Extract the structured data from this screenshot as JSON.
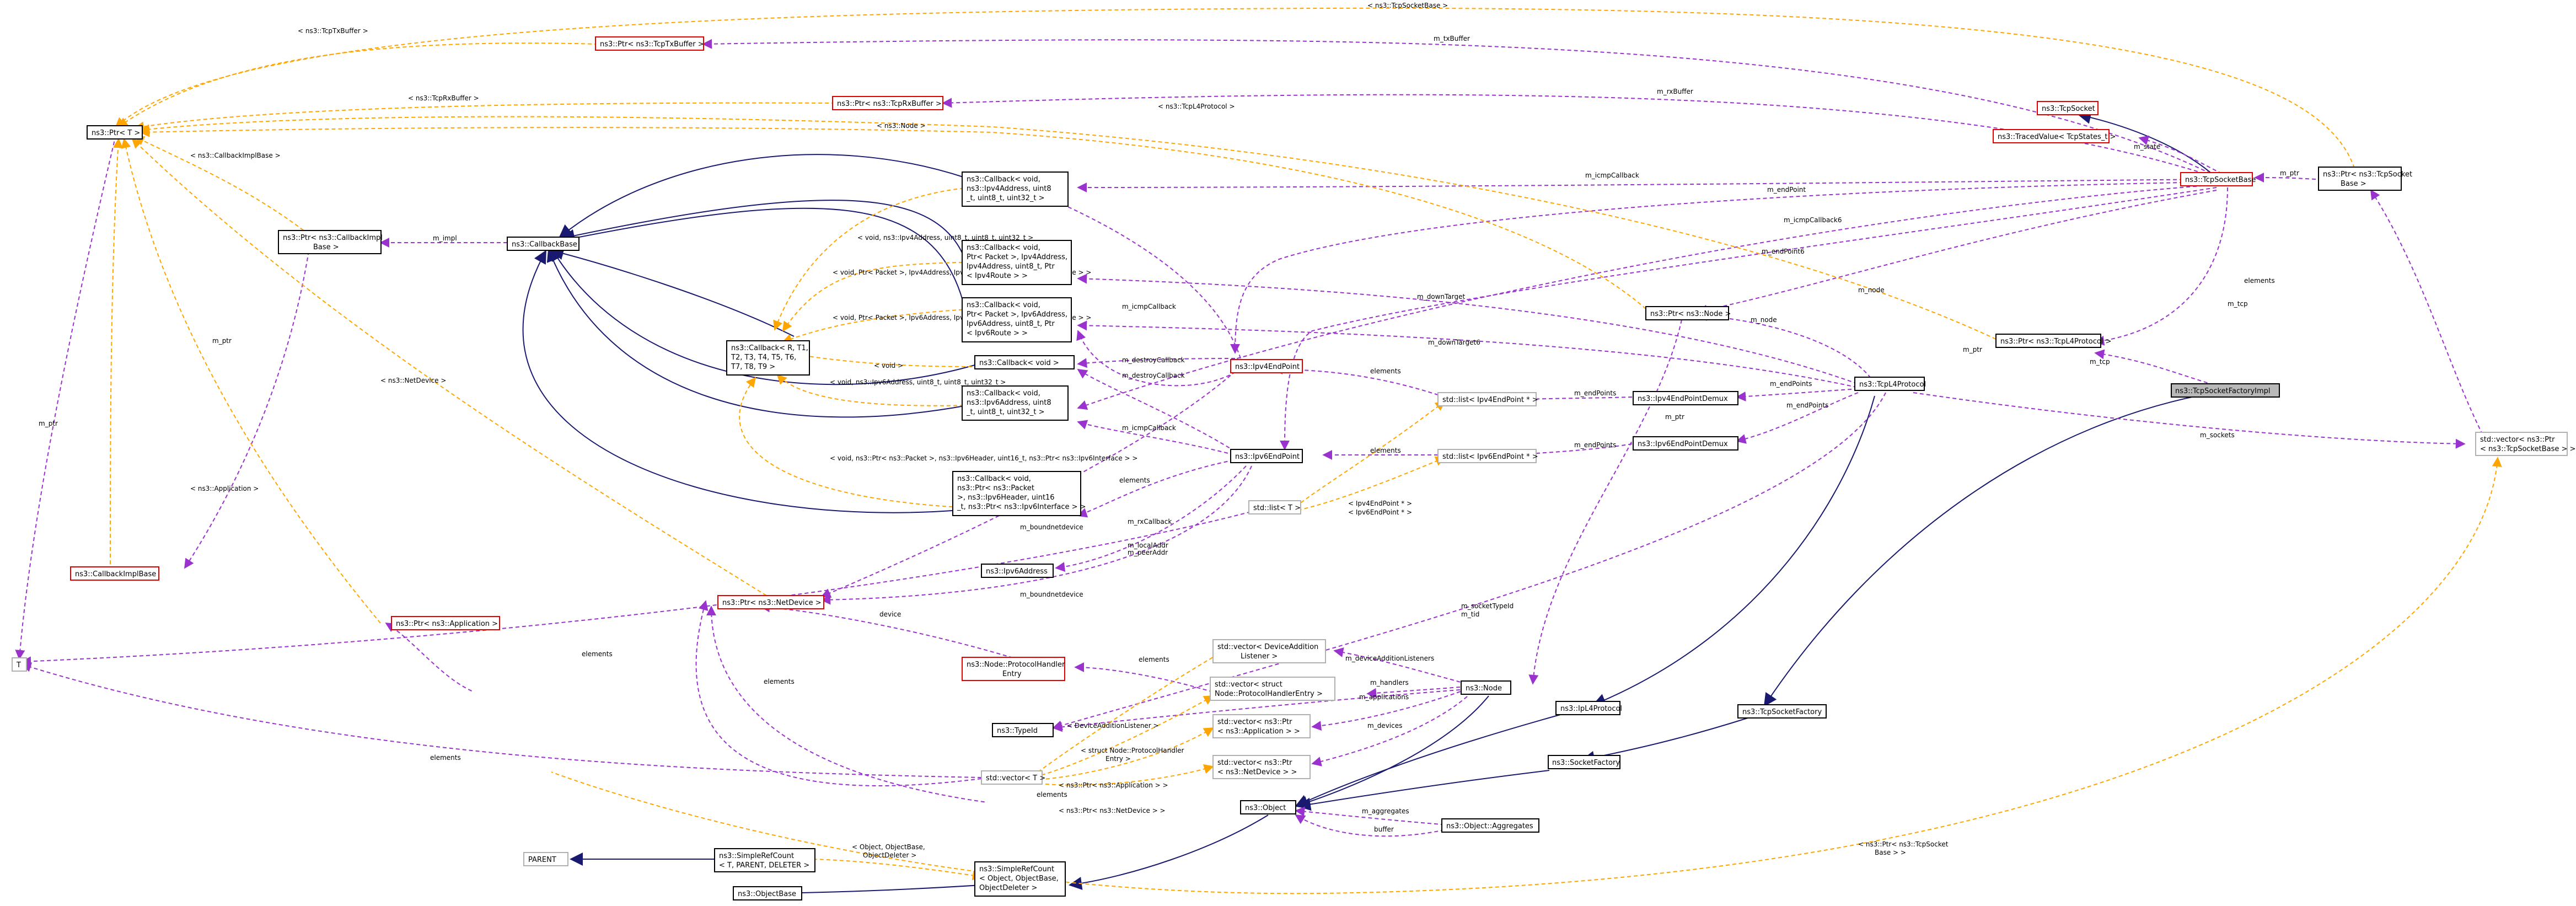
{
  "nodes": {
    "tcpSocketFactoryImpl": "ns3::TcpSocketFactoryImpl",
    "tcpSocketFactory": "ns3::TcpSocketFactory",
    "socketFactory": "ns3::SocketFactory",
    "object": "ns3::Object",
    "objectAggregates": "ns3::Object::Aggregates",
    "simpleRefCountObject": [
      "ns3::SimpleRefCount",
      "< Object, ObjectBase,",
      "ObjectDeleter >"
    ],
    "objectBase": "ns3::ObjectBase",
    "simpleRefCountTemplate": [
      "ns3::SimpleRefCount",
      "< T, PARENT, DELETER >"
    ],
    "parent": "PARENT",
    "tcpL4Protocol": "ns3::TcpL4Protocol",
    "ipL4Protocol": "ns3::IpL4Protocol",
    "ptrTcpL4Protocol": "ns3::Ptr< ns3::TcpL4Protocol >",
    "tcpSocketBase": "ns3::TcpSocketBase",
    "tcpSocket": "ns3::TcpSocket",
    "tracedValueTcpStates": "ns3::TracedValue< TcpStates_t >",
    "ptrTcpSocketBase": [
      "ns3::Ptr< ns3::TcpSocket",
      "Base >"
    ],
    "vectorPtrTcpSocketBase": [
      "std::vector< ns3::Ptr",
      "< ns3::TcpSocketBase > >"
    ],
    "ptrTcpTxBuffer": "ns3::Ptr< ns3::TcpTxBuffer >",
    "ptrTcpRxBuffer": "ns3::Ptr< ns3::TcpRxBuffer >",
    "ptrT": "ns3::Ptr< T >",
    "ptrNode": "ns3::Ptr< ns3::Node >",
    "node": "ns3::Node",
    "ipv4EndPointDemux": "ns3::Ipv4EndPointDemux",
    "ipv6EndPointDemux": "ns3::Ipv6EndPointDemux",
    "listIpv4EndPoint": "std::list< Ipv4EndPoint * >",
    "listIpv6EndPoint": "std::list< Ipv6EndPoint * >",
    "listT": "std::list< T >",
    "ipv4EndPoint": "ns3::Ipv4EndPoint",
    "ipv6EndPoint": "ns3::Ipv6EndPoint",
    "ipv6Address": "ns3::Ipv6Address",
    "callbackBase": "ns3::CallbackBase",
    "ptrCallbackImplBase": [
      "ns3::Ptr< ns3::CallbackImpl",
      "Base >"
    ],
    "callbackImplBase": "ns3::CallbackImplBase",
    "callbackIpv4Icmp": [
      "ns3::Callback< void,",
      "ns3::Ipv4Address, uint8",
      "_t, uint8_t, uint32_t >"
    ],
    "callbackIpv4Rx": [
      "ns3::Callback< void,",
      "Ptr< Packet >, Ipv4Address,",
      "Ipv4Address, uint8_t, Ptr",
      "< Ipv4Route > >"
    ],
    "callbackIpv6Rx": [
      "ns3::Callback< void,",
      "Ptr< Packet >, Ipv6Address,",
      "Ipv6Address, uint8_t, Ptr",
      "< Ipv6Route > >"
    ],
    "callbackVoid": "ns3::Callback< void >",
    "callbackIpv6Icmp": [
      "ns3::Callback< void,",
      "ns3::Ipv6Address, uint8",
      "_t, uint8_t, uint32_t >"
    ],
    "callbackNetDevice": [
      "ns3::Callback< void,",
      "ns3::Ptr< ns3::Packet",
      ">, ns3::Ipv6Header, uint16",
      "_t, ns3::Ptr< ns3::Ipv6Interface > >"
    ],
    "callbackTemplate": [
      "ns3::Callback< R, T1,",
      "T2, T3, T4, T5, T6,",
      "T7, T8, T9 >"
    ],
    "ptrNetDevice": "ns3::Ptr< ns3::NetDevice >",
    "ptrApplication": "ns3::Ptr< ns3::Application >",
    "protocolHandlerEntry": [
      "ns3::Node::ProtocolHandler",
      "Entry"
    ],
    "typeId": "ns3::TypeId",
    "vectorT": "std::vector< T >",
    "vectorDeviceAdditionListener": [
      "std::vector< DeviceAddition",
      "Listener >"
    ],
    "vectorProtocolHandlerEntry": [
      "std::vector< struct",
      "Node::ProtocolHandlerEntry >"
    ],
    "vectorPtrApplication": [
      "std::vector< ns3::Ptr",
      "< ns3::Application > >"
    ],
    "vectorPtrNetDevice": [
      "std::vector< ns3::Ptr",
      "< ns3::NetDevice > >"
    ],
    "t": "T"
  },
  "edge_labels": {
    "tcpSocketBaseTemplate": "< ns3::TcpSocketBase >",
    "tcpTxBufferTemplate": "< ns3::TcpTxBuffer >",
    "mTxBuffer": "m_txBuffer",
    "tcpRxBufferTemplate": "< ns3::TcpRxBuffer >",
    "mRxBuffer": "m_rxBuffer",
    "tcpL4ProtocolTemplate": "< ns3::TcpL4Protocol >",
    "nodeTemplate": "< ns3::Node >",
    "callbackImplBaseTemplate": "< ns3::CallbackImplBase >",
    "mState": "m_state",
    "mPtr": "m_ptr",
    "mIcmpCallback": "m_icmpCallback",
    "mEndPoint": "m_endPoint",
    "mImpl": "m_impl",
    "mIcmpCallback6": "m_icmpCallback6",
    "mEndPoint6": "m_endPoint6",
    "mNode": "m_node",
    "mDownTarget": "m_downTarget",
    "mDownTarget6": "m_downTarget6",
    "mTcp": "m_tcp",
    "mEndPoints": "m_endPoints",
    "mSockets": "m_sockets",
    "elements": "elements",
    "mDestroyCallback": "m_destroyCallback",
    "mRxCallback": "m_rxCallback",
    "mLocalAddr": "m_localAddr",
    "mPeerAddr": "m_peerAddr",
    "mBoundnetdevice": "m_boundnetdevice",
    "netDeviceTemplate": "< ns3::NetDevice >",
    "applicationTemplate": "< ns3::Application >",
    "ipv4EndPointTemplate": "< Ipv4EndPoint * >",
    "ipv6EndPointTemplate": "< Ipv6EndPoint * >",
    "device": "device",
    "mSocketTypeId": "m_socketTypeId",
    "mTid": "m_tid",
    "mDeviceAdditionListeners": "m_deviceAdditionListeners",
    "mHandlers": "m_handlers",
    "mApplications": "m_applications",
    "mDevices": "m_devices",
    "mAggregates": "m_aggregates",
    "buffer": "buffer",
    "mCallbackIpv4Rx": "< void, Ptr< Packet >, Ipv4Address, Ipv4Address, uint8_t, Ptr< Ipv4Route > >",
    "mCallbackIpv6Rx": "< void, Ptr< Packet >, Ipv6Address, Ipv6Address, uint8_t, Ptr< Ipv6Route > >",
    "voidTemplate": "< void >",
    "mCallbackIpv4Icmp": "< void, ns3::Ipv4Address, uint8_t, uint8_t, uint32_t >",
    "mCallbackIpv6Icmp": "< void, ns3::Ipv6Address, uint8_t, uint8_t, uint32_t >",
    "mCallbackNetDevice": "< void, ns3::Ptr< ns3::Packet >, ns3::Ipv6Header, uint16_t, ns3::Ptr< ns3::Ipv6Interface > >",
    "deviceAdditionListenerTemplate": "< DeviceAdditionListener >",
    "protocolHandlerEntryTemplate": [
      "< struct Node::ProtocolHandler",
      "Entry >"
    ],
    "ptrApplicationTemplate": "< ns3::Ptr< ns3::Application > >",
    "ptrNetDeviceTemplate": "< ns3::Ptr< ns3::NetDevice > >",
    "objectTemplate": [
      "< Object, ObjectBase,",
      "ObjectDeleter >"
    ],
    "ptrTcpSocketBaseTemplate": [
      "< ns3::Ptr< ns3::TcpSocket",
      "Base > >"
    ]
  },
  "colors": {
    "usage": "#9a32cd",
    "inherit": "#191970",
    "template": "#ffa500",
    "highlight": "#b8b8b8",
    "nodeBorderRed": "#e00000"
  }
}
